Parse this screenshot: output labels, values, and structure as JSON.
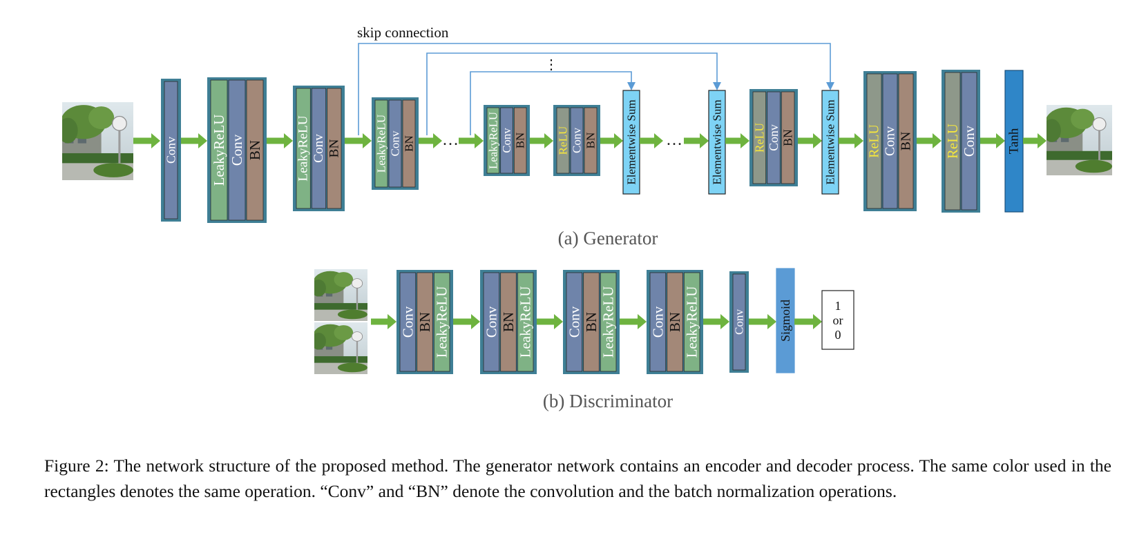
{
  "colors": {
    "leaky": "#7fb285",
    "conv": "#6f84aa",
    "bn": "#a38878",
    "relu": "#8e988a",
    "elementwise": "#7ed3f5",
    "tanh": "#2f86c8",
    "sigmoid": "#5b9bd5",
    "frame": "#3f7f95",
    "arrow": "#6eb33f",
    "skip": "#5b9bd5",
    "relu_text": "#f5e63d"
  },
  "generator": {
    "skip_label": "skip connection",
    "vertical_dots": "⋮",
    "ellipsis": "…",
    "caption": "(a) Generator",
    "layers": {
      "conv": "Conv",
      "leaky": "LeakyReLU",
      "bn": "BN",
      "relu": "ReLU",
      "elementwise": "Elementwise Sum",
      "tanh": "Tanh"
    }
  },
  "discriminator": {
    "caption": "(b) Discriminator",
    "sigmoid": "Sigmoid",
    "output": [
      "1",
      "or",
      "0"
    ]
  },
  "figure_caption": "Figure 2: The network structure of the proposed method. The generator network contains an encoder and decoder process. The same color used in the rectangles denotes the same operation. “Conv” and “BN” denote the convolution and the batch normalization operations."
}
